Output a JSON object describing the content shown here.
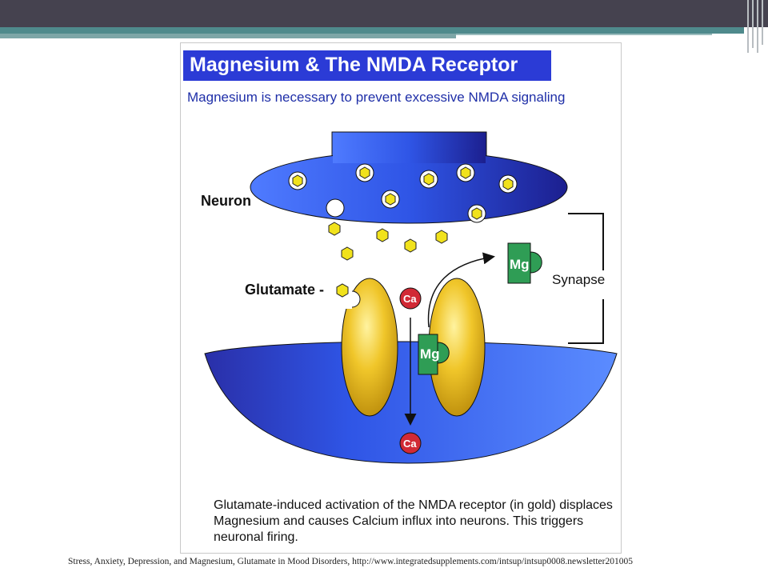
{
  "slide": {
    "citation": "Stress, Anxiety, Depression, and Magnesium, Glutamate in Mood Disorders, http://www.integratedsupplements.com/intsup/intsup0008.newsletter201005"
  },
  "figure": {
    "title": "Magnesium & The NMDA Receptor",
    "subtitle": "Magnesium is necessary to prevent excessive NMDA signaling",
    "labels": {
      "neuron": "Neuron",
      "glutamate": "Glutamate -",
      "synapse": "Synapse",
      "mg_released": "Mg",
      "mg_blocking": "Mg",
      "ca_top": "Ca",
      "ca_bottom": "Ca"
    },
    "caption": "Glutamate-induced activation of the NMDA receptor (in gold) displaces Magnesium and causes Calcium influx into neurons. This triggers neuronal firing.",
    "colors": {
      "neuron_blue": "#2e49e0",
      "receptor_gold": "#e2b818",
      "mg_green": "#2f9d55",
      "ca_red": "#d12a35",
      "glutamate_yellow": "#f1e21c"
    }
  }
}
